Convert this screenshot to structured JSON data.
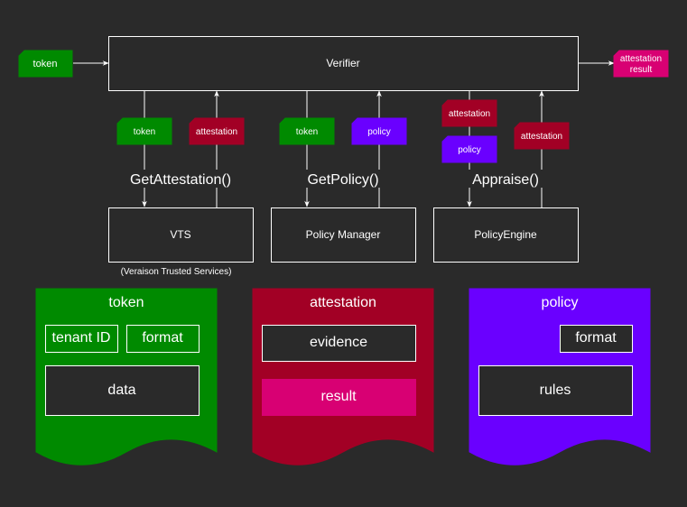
{
  "colors": {
    "background": "#2a2a2a",
    "token": "#008a00",
    "attestation": "#a20025",
    "policy": "#6a00ff",
    "result": "#d80073",
    "stroke": "#ffffff"
  },
  "verifier": {
    "label": "Verifier"
  },
  "input_token": {
    "label": "token"
  },
  "output_result": {
    "line1": "attestation",
    "line2": "result"
  },
  "services": {
    "vts": {
      "label": "VTS",
      "caption": "(Veraison Trusted Services)"
    },
    "policy_manager": {
      "label": "Policy Manager"
    },
    "policy_engine": {
      "label": "PolicyEngine"
    }
  },
  "calls": {
    "get_attestation": "GetAttestation()",
    "get_policy": "GetPolicy()",
    "appraise": "Appraise()"
  },
  "tags": {
    "vts_request": "token",
    "vts_response": "attestation",
    "pm_request": "token",
    "pm_response": "policy",
    "pe_request_attestation": "attestation",
    "pe_request_policy": "policy",
    "pe_response": "attestation"
  },
  "docs": {
    "token": {
      "title": "token",
      "fields": [
        "tenant ID",
        "format",
        "data"
      ]
    },
    "attestation": {
      "title": "attestation",
      "fields": [
        "evidence",
        "result"
      ]
    },
    "policy": {
      "title": "policy",
      "fields": [
        "format",
        "rules"
      ]
    }
  }
}
